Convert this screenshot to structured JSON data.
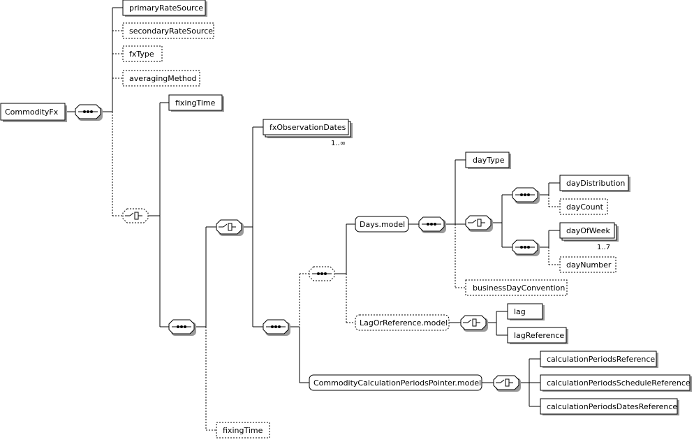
{
  "elements": {
    "commodityFx": "CommodityFx",
    "primaryRateSource": "primaryRateSource",
    "secondaryRateSource": "secondaryRateSource",
    "fxType": "fxType",
    "averagingMethod": "averagingMethod",
    "fixingTime1": "fixingTime",
    "fxObservationDates": "fxObservationDates",
    "daysModel": "Days.model",
    "dayType": "dayType",
    "dayDistribution": "dayDistribution",
    "dayCount": "dayCount",
    "dayOfWeek": "dayOfWeek",
    "dayNumber": "dayNumber",
    "businessDayConvention": "businessDayConvention",
    "lagOrReferenceModel": "LagOrReference.model",
    "lag": "lag",
    "lagReference": "lagReference",
    "commodityCalculationPeriodsPointerModel": "CommodityCalculationPeriodsPointer.model",
    "calculationPeriodsReference": "calculationPeriodsReference",
    "calculationPeriodsScheduleReference": "calculationPeriodsScheduleReference",
    "calculationPeriodsDatesReference": "calculationPeriodsDatesReference",
    "fixingTime2": "fixingTime"
  },
  "occurrences": {
    "fxObservationDates": "1..∞",
    "dayOfWeek": "1..7"
  }
}
